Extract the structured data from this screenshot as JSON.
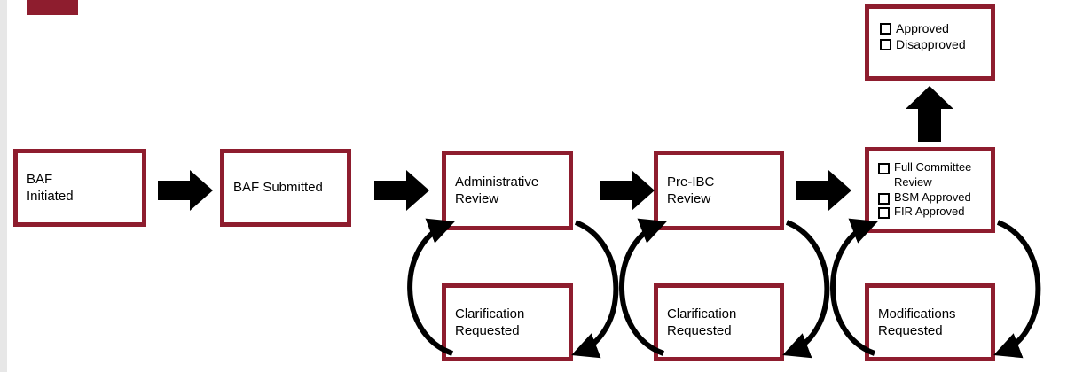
{
  "palette": {
    "maroon": "#8e1d2e",
    "arrow_black": "#000000",
    "page_edge_gray": "#e7e7e7"
  },
  "diagram": {
    "boxes": {
      "baf_initiated": {
        "text": "BAF\nInitiated"
      },
      "baf_submitted": {
        "text": "BAF Submitted"
      },
      "admin_review": {
        "text": "Administrative\nReview"
      },
      "pre_ibc_review": {
        "text": "Pre-IBC\nReview"
      },
      "committee": {
        "items": [
          "Full Committee Review",
          "BSM Approved",
          "FIR Approved"
        ]
      },
      "decision": {
        "items": [
          "Approved",
          "Disapproved"
        ]
      },
      "clarification_admin": {
        "text": "Clarification\nRequested"
      },
      "clarification_preibc": {
        "text": "Clarification\nRequested"
      },
      "modifications": {
        "text": "Modifications\nRequested"
      }
    },
    "icons": {
      "checkbox": "checkbox-outline-square"
    }
  }
}
